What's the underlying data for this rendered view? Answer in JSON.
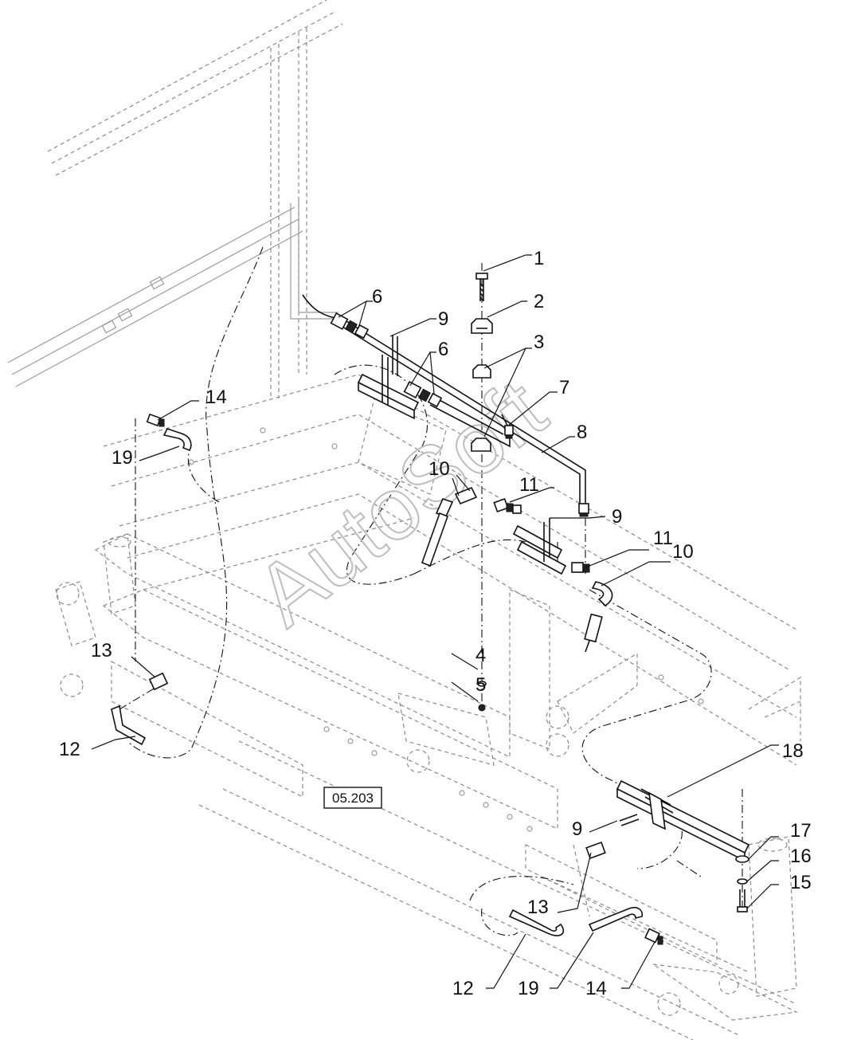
{
  "callouts": [
    {
      "id": "c1",
      "label": "1"
    },
    {
      "id": "c2",
      "label": "2"
    },
    {
      "id": "c3",
      "label": "3"
    },
    {
      "id": "c4",
      "label": "4"
    },
    {
      "id": "c5",
      "label": "5"
    },
    {
      "id": "c6a",
      "label": "6"
    },
    {
      "id": "c6b",
      "label": "6"
    },
    {
      "id": "c7",
      "label": "7"
    },
    {
      "id": "c8",
      "label": "8"
    },
    {
      "id": "c9a",
      "label": "9"
    },
    {
      "id": "c9b",
      "label": "9"
    },
    {
      "id": "c9c",
      "label": "9"
    },
    {
      "id": "c10a",
      "label": "10"
    },
    {
      "id": "c10b",
      "label": "10"
    },
    {
      "id": "c11a",
      "label": "11"
    },
    {
      "id": "c11b",
      "label": "11"
    },
    {
      "id": "c12a",
      "label": "12"
    },
    {
      "id": "c12b",
      "label": "12"
    },
    {
      "id": "c13a",
      "label": "13"
    },
    {
      "id": "c13b",
      "label": "13"
    },
    {
      "id": "c14a",
      "label": "14"
    },
    {
      "id": "c14b",
      "label": "14"
    },
    {
      "id": "c15",
      "label": "15"
    },
    {
      "id": "c16",
      "label": "16"
    },
    {
      "id": "c17",
      "label": "17"
    },
    {
      "id": "c18",
      "label": "18"
    },
    {
      "id": "c19a",
      "label": "19"
    },
    {
      "id": "c19b",
      "label": "19"
    }
  ],
  "reference_box": "05.203",
  "watermark": "AutoSoft",
  "colors": {
    "line": "#111111",
    "ghost": "#8a8a8a",
    "background": "#ffffff"
  }
}
